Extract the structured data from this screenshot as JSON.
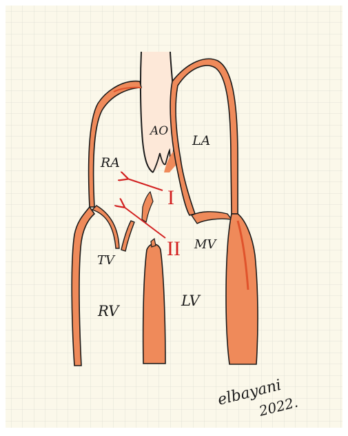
{
  "labels": {
    "ao": "AO",
    "la": "LA",
    "ra": "RA",
    "tv": "TV",
    "mv": "MV",
    "rv": "RV",
    "lv": "LV"
  },
  "defects": {
    "type_one": "I",
    "type_two": "II"
  },
  "signature": {
    "name": "elbayani",
    "year": "2022."
  },
  "colors": {
    "paper": "#fbf8ea",
    "grid": "#dcdcd2",
    "tissue": "#ef8a5a",
    "tissue_dark": "#e0532c",
    "outline": "#1a1a1a",
    "arrow": "#d21f1f"
  }
}
